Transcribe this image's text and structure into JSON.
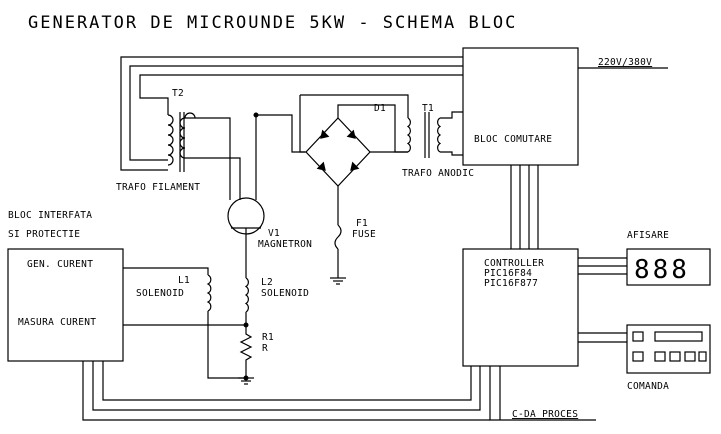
{
  "title": "GENERATOR DE MICROUNDE 5KW - SCHEMA BLOC",
  "labels": {
    "power_input": "220V/380V",
    "bloc_comutare": "BLOC COMUTARE",
    "d1": "D1",
    "t1": "T1",
    "t2": "T2",
    "trafo_filament": "TRAFO FILAMENT",
    "trafo_anodic": "TRAFO ANODIC",
    "bloc_interfata_1": "BLOC INTERFATA",
    "bloc_interfata_2": "SI PROTECTIE",
    "gen_curent": "GEN. CURENT",
    "masura_curent": "MASURA CURENT",
    "v1": "V1",
    "magnetron": "MAGNETRON",
    "f1": "F1",
    "fuse": "FUSE",
    "l1": "L1",
    "l1_sub": "SOLENOID",
    "l2": "L2",
    "l2_sub": "SOLENOID",
    "r1": "R1",
    "r_sub": "R",
    "controller_1": "CONTROLLER",
    "controller_2": "PIC16F84",
    "controller_3": "PIC16F877",
    "afisare": "AFISARE",
    "display_digits": "888",
    "comanda": "COMANDA",
    "cda_proces": "C-DA PROCES"
  }
}
